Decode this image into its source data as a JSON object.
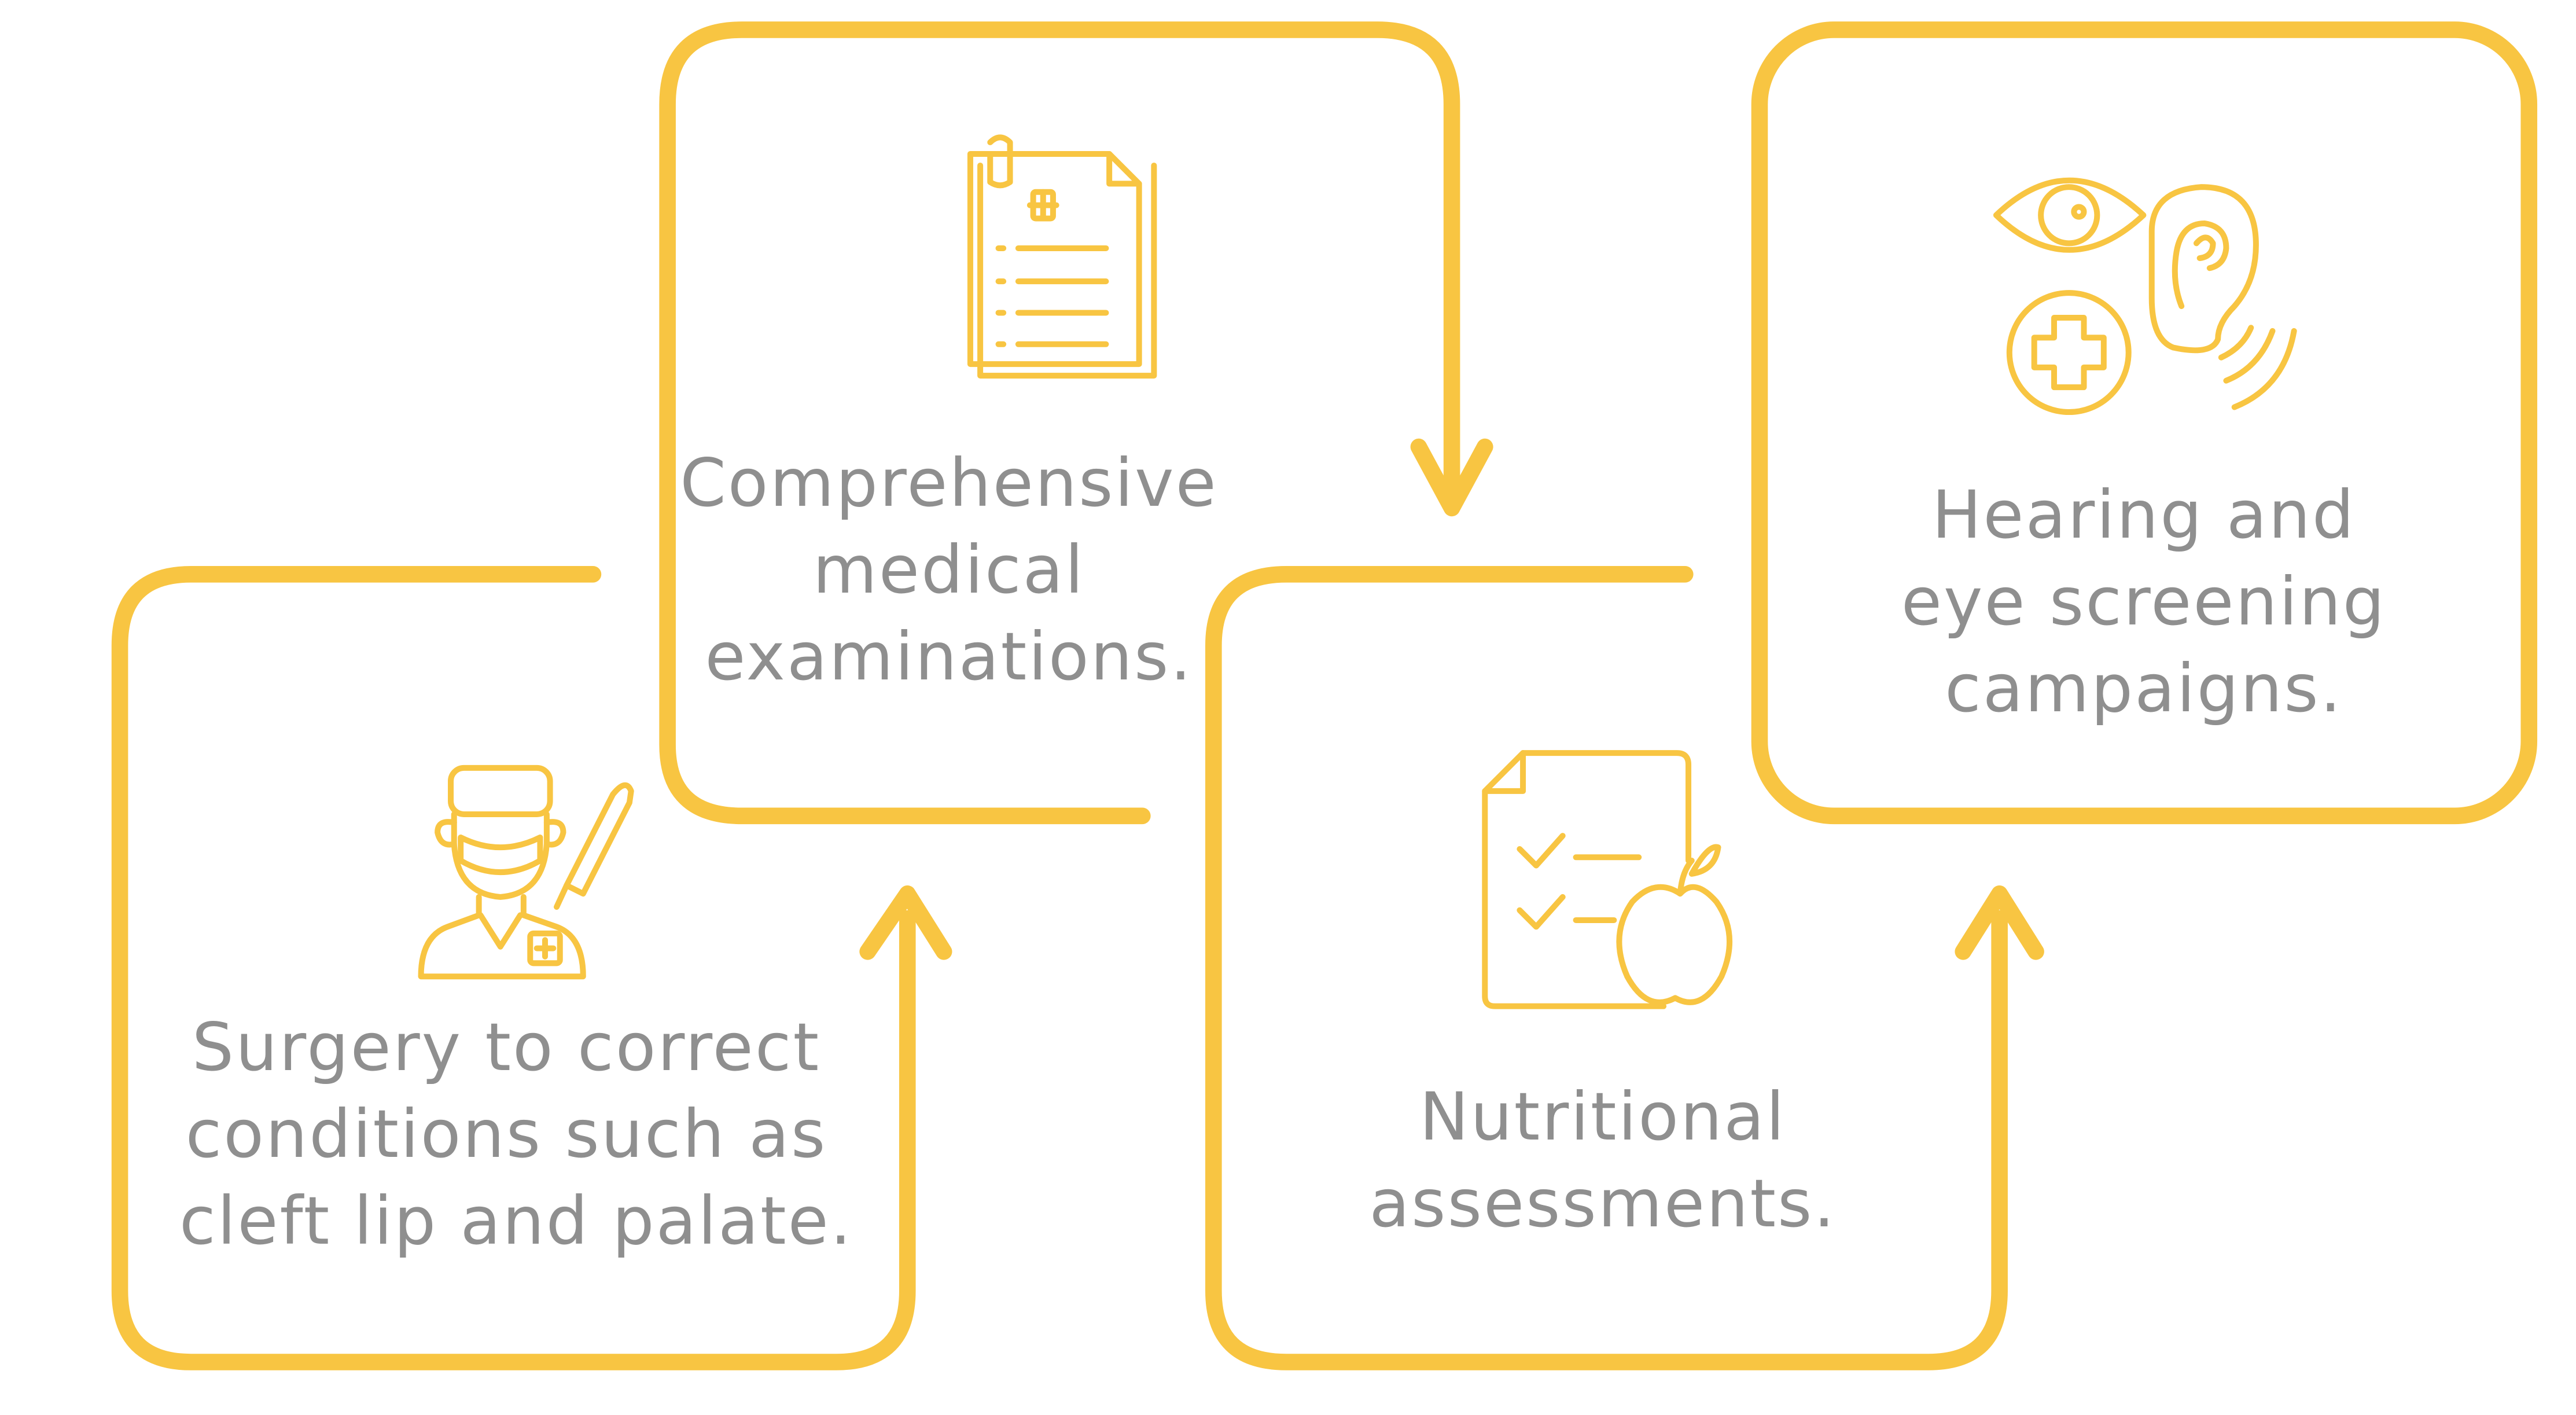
{
  "colors": {
    "accent": "#f8c542",
    "text": "#8f8f8f",
    "background": "#ffffff"
  },
  "steps": [
    {
      "icon": "surgeon-icon",
      "lines": [
        "Surgery to correct",
        "conditions such as",
        "cleft lip and palate."
      ]
    },
    {
      "icon": "medical-report-icon",
      "lines": [
        "Comprehensive",
        "medical",
        "examinations."
      ]
    },
    {
      "icon": "nutrition-checklist-icon",
      "lines": [
        "Nutritional",
        "assessments."
      ]
    },
    {
      "icon": "eye-ear-screening-icon",
      "lines": [
        "Hearing and",
        "eye screening",
        "campaigns."
      ]
    }
  ]
}
